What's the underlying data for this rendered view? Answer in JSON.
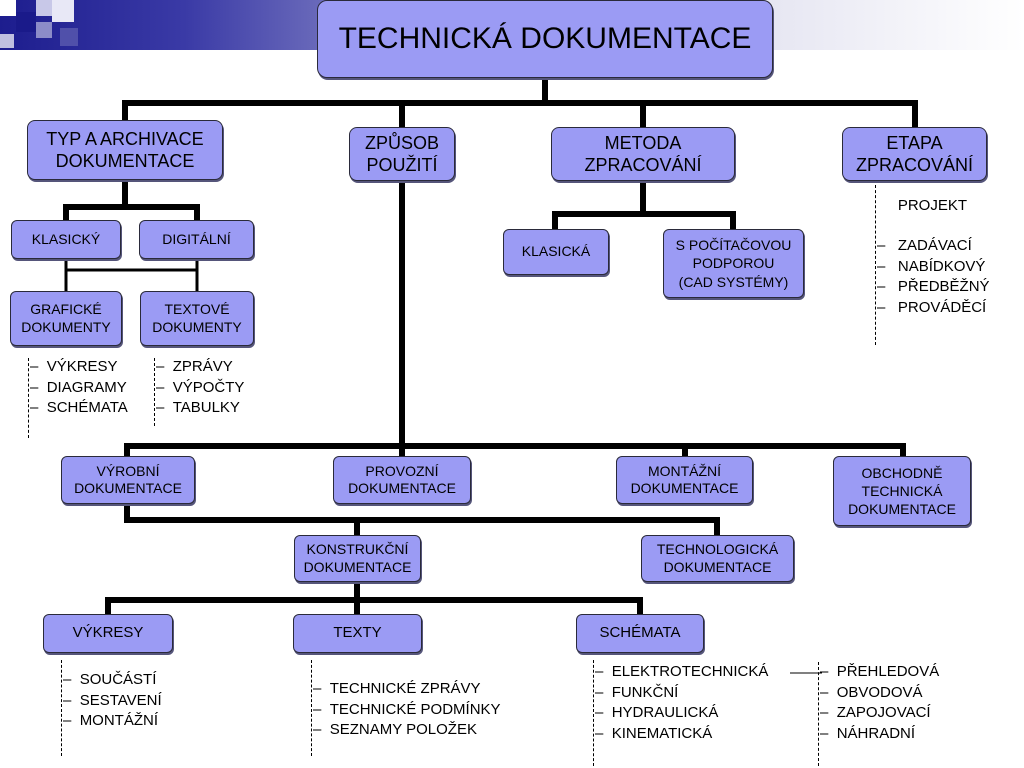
{
  "title": "TECHNICKÁ DOKUMENTACE",
  "level1": {
    "typ": "TYP A ARCHIVACE\nDOKUMENTACE",
    "zpusob": "ZPŮSOB\nPOUŽITÍ",
    "metoda": "METODA\nZPRACOVÁNÍ",
    "etapa": "ETAPA\nZPRACOVÁNÍ"
  },
  "typ_children": {
    "klasicky": "KLASICKÝ",
    "digitalni": "DIGITÁLNÍ",
    "graficke": "GRAFICKÉ\nDOKUMENTY",
    "textove": "TEXTOVÉ\nDOKUMENTY"
  },
  "graficke_items": [
    "VÝKRESY",
    "DIAGRAMY",
    "SCHÉMATA"
  ],
  "textove_items": [
    "ZPRÁVY",
    "VÝPOČTY",
    "TABULKY"
  ],
  "metoda_children": {
    "klasicka": "KLASICKÁ",
    "pocitac": "S POČÍTAČOVOU\nPODPOROU\n(CAD SYSTÉMY)"
  },
  "etapa_items": [
    "PROJEKT",
    "ZADÁVACÍ",
    "NABÍDKOVÝ",
    "PŘEDBĚŽNÝ",
    "PROVÁDĚCÍ"
  ],
  "pouziti": {
    "vyrobni": "VÝROBNÍ\nDOKUMENTACE",
    "provozni": "PROVOZNÍ\nDOKUMENTACE",
    "montazni": "MONTÁŽNÍ\nDOKUMENTACE",
    "obchodne": "OBCHODNĚ\nTECHNICKÁ\nDOKUMENTACE"
  },
  "vyrobni_children": {
    "konstrukcni": "KONSTRUKČNÍ\nDOKUMENTACE",
    "technologicka": "TECHNOLOGICKÁ\nDOKUMENTACE"
  },
  "konstrukcni_children": {
    "vykresy": "VÝKRESY",
    "texty": "TEXTY",
    "schemata": "SCHÉMATA"
  },
  "vykresy_items": [
    "SOUČÁSTÍ",
    "SESTAVENÍ",
    "MONTÁŽNÍ"
  ],
  "texty_items": [
    "TECHNICKÉ ZPRÁVY",
    "TECHNICKÉ PODMÍNKY",
    "SEZNAMY POLOŽEK"
  ],
  "schemata_items": [
    "ELEKTROTECHNICKÁ",
    "FUNKČNÍ",
    "HYDRAULICKÁ",
    "KINEMATICKÁ"
  ],
  "schemata_types": [
    "PŘEHLEDOVÁ",
    "OBVODOVÁ",
    "ZAPOJOVACÍ",
    "NÁHRADNÍ"
  ],
  "colors": {
    "box_fill": "#9b9bf4",
    "connector": "#000000",
    "header_band": "#1d1d8e"
  }
}
